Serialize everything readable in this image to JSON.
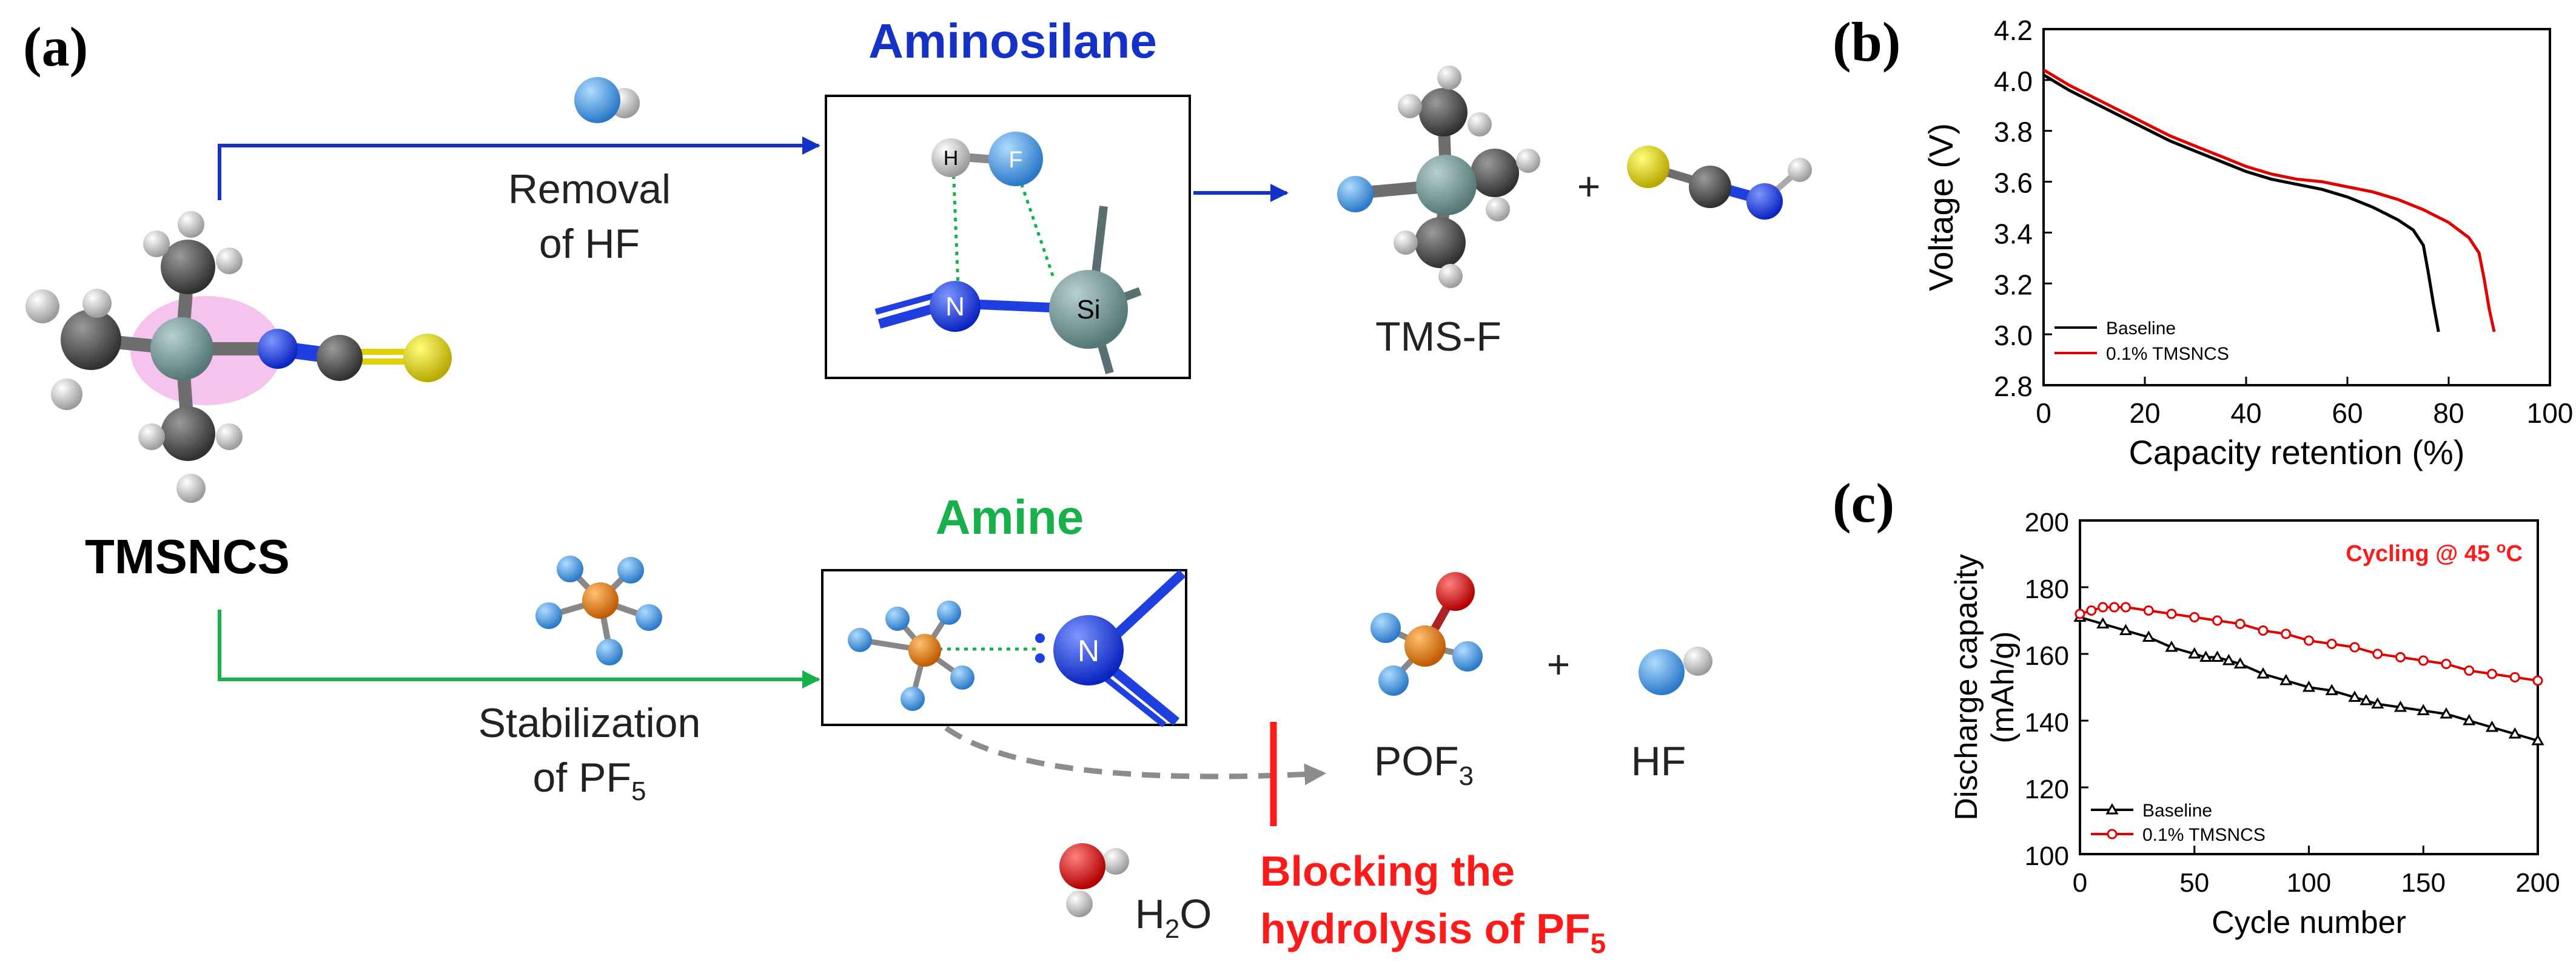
{
  "panel_a": {
    "label": "(a)",
    "reagent": "TMSNCS",
    "upper": {
      "title": "Aminosilane",
      "step_line1": "Removal",
      "step_line2": "of HF",
      "atom_h": "H",
      "atom_f": "F",
      "atom_n": "N",
      "atom_si": "Si",
      "product1": "TMS-F",
      "plus": "+"
    },
    "lower": {
      "title": "Amine",
      "step_line1": "Stabilization",
      "step_line2_main": "of PF",
      "step_line2_sub": "5",
      "atom_n": "N",
      "product1_main": "POF",
      "product1_sub": "3",
      "plus": "+",
      "product2": "HF",
      "water_main": "H",
      "water_sub": "2",
      "water_tail": "O",
      "block_line1": "Blocking the",
      "block_line2_main": "hydrolysis of PF",
      "block_line2_sub": "5"
    },
    "colors": {
      "aminosilane": "#1432c8",
      "amine": "#18b04a",
      "block": "#ff1a1a",
      "dashed_arrow": "#8c8c8c",
      "carbon": "#404040",
      "silicon": "#6f9494",
      "nitrogen": "#1f3fe0",
      "sulfur": "#e0d200",
      "hydrogen": "#d8d8d8",
      "fluorine": "#4f9ee0",
      "phosphorus": "#e07a10",
      "oxygen": "#e01010"
    },
    "icons": [
      "hf-molecule-icon",
      "tmsncs-molecule-icon",
      "pf5-molecule-icon",
      "tms-f-molecule-icon",
      "hncs-molecule-icon",
      "pof3-molecule-icon",
      "water-molecule-icon"
    ]
  },
  "chart_b_label": "(b)",
  "chart_c_label": "(c)",
  "chart_data": [
    {
      "type": "line",
      "xlabel": "Capacity retention (%)",
      "ylabel": "Voltage (V)",
      "xlim": [
        0,
        100
      ],
      "ylim": [
        2.8,
        4.2
      ],
      "xticks": [
        "0",
        "20",
        "40",
        "60",
        "80",
        "100"
      ],
      "yticks": [
        "2.8",
        "3.0",
        "3.2",
        "3.4",
        "3.6",
        "3.8",
        "4.0",
        "4.2"
      ],
      "legend_position": "bottom-left",
      "series": [
        {
          "name": "Baseline",
          "color": "#000000",
          "x": [
            0,
            5,
            10,
            15,
            20,
            25,
            30,
            35,
            40,
            45,
            50,
            55,
            60,
            65,
            70,
            73,
            75,
            76,
            77,
            78
          ],
          "y": [
            4.02,
            3.96,
            3.91,
            3.86,
            3.81,
            3.76,
            3.72,
            3.68,
            3.64,
            3.61,
            3.59,
            3.57,
            3.54,
            3.5,
            3.45,
            3.41,
            3.35,
            3.24,
            3.12,
            3.01
          ]
        },
        {
          "name": "0.1% TMSNCS",
          "color": "#e00000",
          "x": [
            0,
            5,
            10,
            15,
            20,
            25,
            30,
            35,
            40,
            45,
            50,
            55,
            60,
            65,
            70,
            75,
            80,
            84,
            86,
            87,
            88,
            89
          ],
          "y": [
            4.04,
            3.98,
            3.93,
            3.88,
            3.83,
            3.78,
            3.74,
            3.7,
            3.66,
            3.63,
            3.61,
            3.6,
            3.58,
            3.56,
            3.53,
            3.49,
            3.44,
            3.38,
            3.32,
            3.22,
            3.1,
            3.01
          ]
        }
      ]
    },
    {
      "type": "scatter",
      "xlabel": "Cycle number",
      "ylabel_line1": "Discharge capacity",
      "ylabel_line2": "(mAh/g)",
      "xlim": [
        0,
        200
      ],
      "ylim": [
        100,
        200
      ],
      "xticks": [
        "0",
        "50",
        "100",
        "150",
        "200"
      ],
      "yticks": [
        "100",
        "120",
        "140",
        "160",
        "180",
        "200"
      ],
      "annotation_main": "Cycling @ 45 ",
      "annotation_sup": "o",
      "annotation_tail": "C",
      "legend_position": "bottom-left",
      "series": [
        {
          "name": "Baseline",
          "color": "#000000",
          "marker": "triangle",
          "x": [
            0,
            10,
            20,
            30,
            40,
            50,
            55,
            60,
            65,
            70,
            80,
            90,
            100,
            110,
            120,
            125,
            130,
            140,
            150,
            160,
            170,
            180,
            190,
            200
          ],
          "y": [
            171,
            169,
            167,
            165,
            162,
            160,
            159,
            159,
            158,
            157,
            154,
            152,
            150,
            149,
            147,
            146,
            145,
            144,
            143,
            142,
            140,
            138,
            136,
            134
          ]
        },
        {
          "name": "0.1% TMSNCS",
          "color": "#e00000",
          "marker": "circle",
          "x": [
            0,
            5,
            10,
            15,
            20,
            30,
            40,
            50,
            60,
            70,
            80,
            90,
            100,
            110,
            120,
            130,
            140,
            150,
            160,
            170,
            180,
            190,
            200
          ],
          "y": [
            172,
            173,
            174,
            174,
            174,
            173,
            172,
            171,
            170,
            169,
            167,
            166,
            164,
            163,
            162,
            160,
            159,
            158,
            157,
            155,
            154,
            153,
            152
          ]
        }
      ]
    }
  ]
}
